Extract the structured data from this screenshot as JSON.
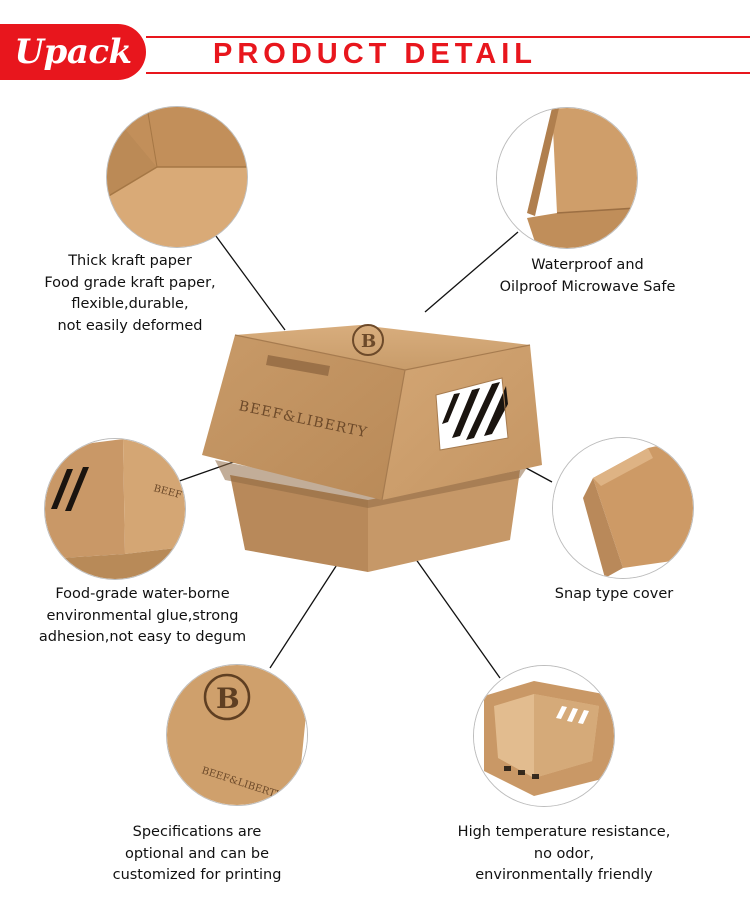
{
  "header": {
    "brand": "Upack",
    "title": "PRODUCT DETAIL",
    "accent_color": "#e8161d"
  },
  "product": {
    "name": "kraft paper burger box",
    "print_brand": "BEEF&LIBERTY",
    "print_emblem": "B",
    "kraft_color": "#c99a66"
  },
  "callouts": [
    {
      "id": "kraft-paper",
      "lines": [
        "Thick kraft paper",
        "Food grade kraft paper,",
        "flexible,durable,",
        "not easily deformed"
      ]
    },
    {
      "id": "waterproof",
      "lines": [
        "Waterproof and",
        "Oilproof Microwave Safe"
      ]
    },
    {
      "id": "glue",
      "lines": [
        "Food-grade water-borne",
        "environmental glue,strong",
        "adhesion,not easy to degum"
      ]
    },
    {
      "id": "snap-cover",
      "lines": [
        "Snap type cover"
      ]
    },
    {
      "id": "printing",
      "lines": [
        "Specifications are",
        "optional and can be",
        "customized for printing"
      ]
    },
    {
      "id": "heat-resistance",
      "lines": [
        "High temperature resistance,",
        "no odor,",
        "environmentally friendly"
      ]
    }
  ]
}
